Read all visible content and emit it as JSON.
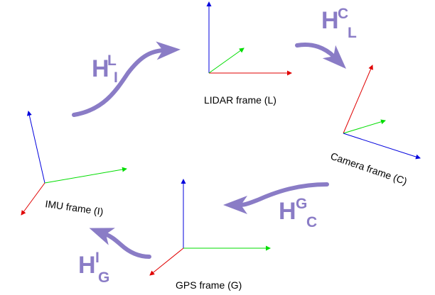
{
  "colors": {
    "x_axis": "#e00000",
    "y_axis": "#00dd00",
    "z_axis": "#0000dd",
    "transform": "#8a7cc6"
  },
  "frames": {
    "lidar": {
      "label": "LIDAR frame (L)"
    },
    "camera": {
      "label": "Camera frame (C)"
    },
    "imu": {
      "label": "IMU frame (I)"
    },
    "gps": {
      "label": "GPS frame (G)"
    }
  },
  "transforms": {
    "imu_to_lidar": {
      "base": "H",
      "sup": "L",
      "sub": "I"
    },
    "lidar_to_camera": {
      "base": "H",
      "sup": "C",
      "sub": "L"
    },
    "camera_to_gps": {
      "base": "H",
      "sup": "G",
      "sub": "C"
    },
    "gps_to_imu": {
      "base": "H",
      "sup": "I",
      "sub": "G"
    }
  }
}
